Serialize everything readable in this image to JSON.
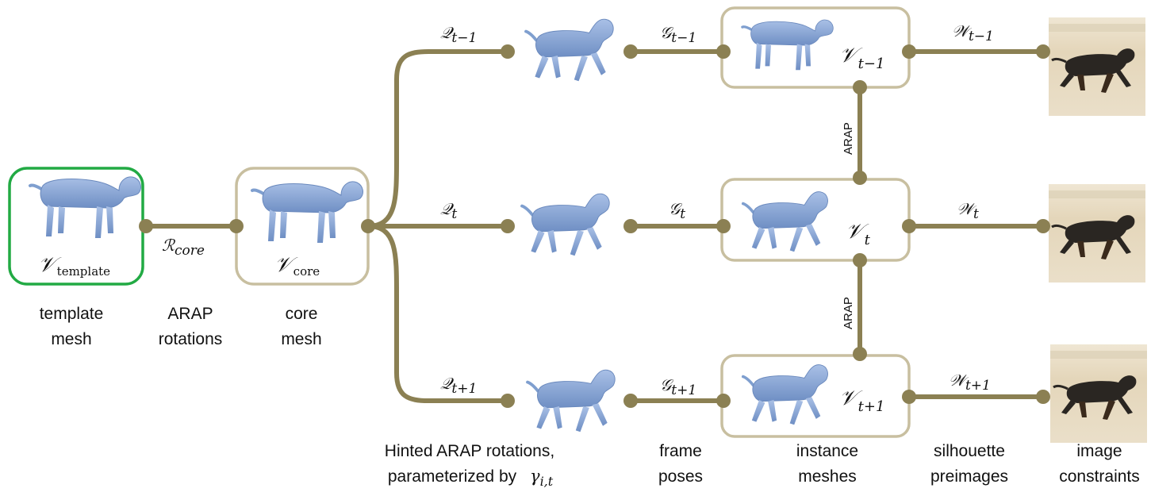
{
  "colors": {
    "edge": "#8b8053",
    "template_border": "#22aa44",
    "node_border": "#c8bfa0",
    "mesh": "#7f9fcf",
    "sand": "#e6d8bf",
    "dog": "#2a2622"
  },
  "nodes": {
    "template": {
      "symbol": "𝒱",
      "sub": "template",
      "icon": "dog-mesh-icon"
    },
    "core": {
      "symbol": "𝒱",
      "sub": "core",
      "icon": "dog-mesh-icon"
    },
    "inst_prev": {
      "symbol": "𝒱",
      "sub": "t−1",
      "icon": "dog-mesh-icon"
    },
    "inst_cur": {
      "symbol": "𝒱",
      "sub": "t",
      "icon": "dog-mesh-icon"
    },
    "inst_next": {
      "symbol": "𝒱",
      "sub": "t+1",
      "icon": "dog-mesh-icon"
    }
  },
  "edge_labels": {
    "r_core": {
      "symbol": "ℛ",
      "sub": "core"
    },
    "q_prev": {
      "symbol": "𝒬",
      "sub": "t−1"
    },
    "q_cur": {
      "symbol": "𝒬",
      "sub": "t"
    },
    "q_next": {
      "symbol": "𝒬",
      "sub": "t+1"
    },
    "g_prev": {
      "symbol": "𝒢",
      "sub": "t−1"
    },
    "g_cur": {
      "symbol": "𝒢",
      "sub": "t"
    },
    "g_next": {
      "symbol": "𝒢",
      "sub": "t+1"
    },
    "w_prev": {
      "symbol": "𝒲",
      "sub": "t−1"
    },
    "w_cur": {
      "symbol": "𝒲",
      "sub": "t"
    },
    "w_next": {
      "symbol": "𝒲",
      "sub": "t+1"
    },
    "arap_upper": "ARAP",
    "arap_lower": "ARAP"
  },
  "captions": {
    "template": [
      "template",
      "mesh"
    ],
    "arap": [
      "ARAP",
      "rotations"
    ],
    "core": [
      "core",
      "mesh"
    ],
    "hinted": [
      "Hinted ARAP rotations,",
      "parameterized by"
    ],
    "hinted_symbol": {
      "symbol": "γ",
      "sub": "i,t"
    },
    "frame": [
      "frame",
      "poses"
    ],
    "instance": [
      "instance",
      "meshes"
    ],
    "silhouette": [
      "silhouette",
      "preimages"
    ],
    "image": [
      "image",
      "constraints"
    ]
  }
}
